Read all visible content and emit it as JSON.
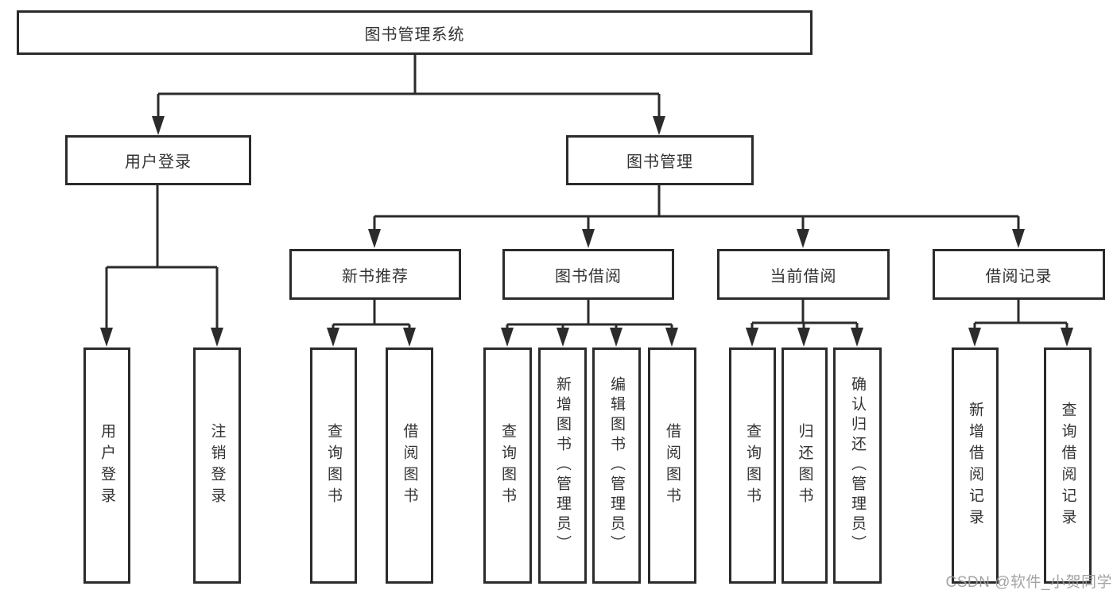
{
  "diagram": {
    "root": {
      "label": "图书管理系统"
    },
    "level2": {
      "user_login": {
        "label": "用户登录"
      },
      "book_mgmt": {
        "label": "图书管理"
      }
    },
    "level3": {
      "new_book_rec": {
        "label": "新书推荐"
      },
      "book_borrow": {
        "label": "图书借阅"
      },
      "current_borrow": {
        "label": "当前借阅"
      },
      "borrow_records": {
        "label": "借阅记录"
      }
    },
    "leaves": {
      "user_login": {
        "label": "用户登录"
      },
      "logout": {
        "label": "注销登录"
      },
      "rec_query": {
        "label": "查询图书"
      },
      "rec_borrow": {
        "label": "借阅图书"
      },
      "bb_query": {
        "label": "查询图书"
      },
      "bb_add": {
        "label": "新增图书（管理员）"
      },
      "bb_edit": {
        "label": "编辑图书（管理员）"
      },
      "bb_borrow": {
        "label": "借阅图书"
      },
      "cb_query": {
        "label": "查询图书"
      },
      "cb_return": {
        "label": "归还图书"
      },
      "cb_confirm": {
        "label": "确认归还（管理员）"
      },
      "br_add": {
        "label": "新增借阅记录"
      },
      "br_query": {
        "label": "查询借阅记录"
      }
    }
  },
  "watermark": {
    "text": "CSDN @软件_小贺同学"
  },
  "colors": {
    "line": "#2b2b2b",
    "text": "#333333",
    "background": "#ffffff",
    "watermark": "#9b9b9b"
  }
}
